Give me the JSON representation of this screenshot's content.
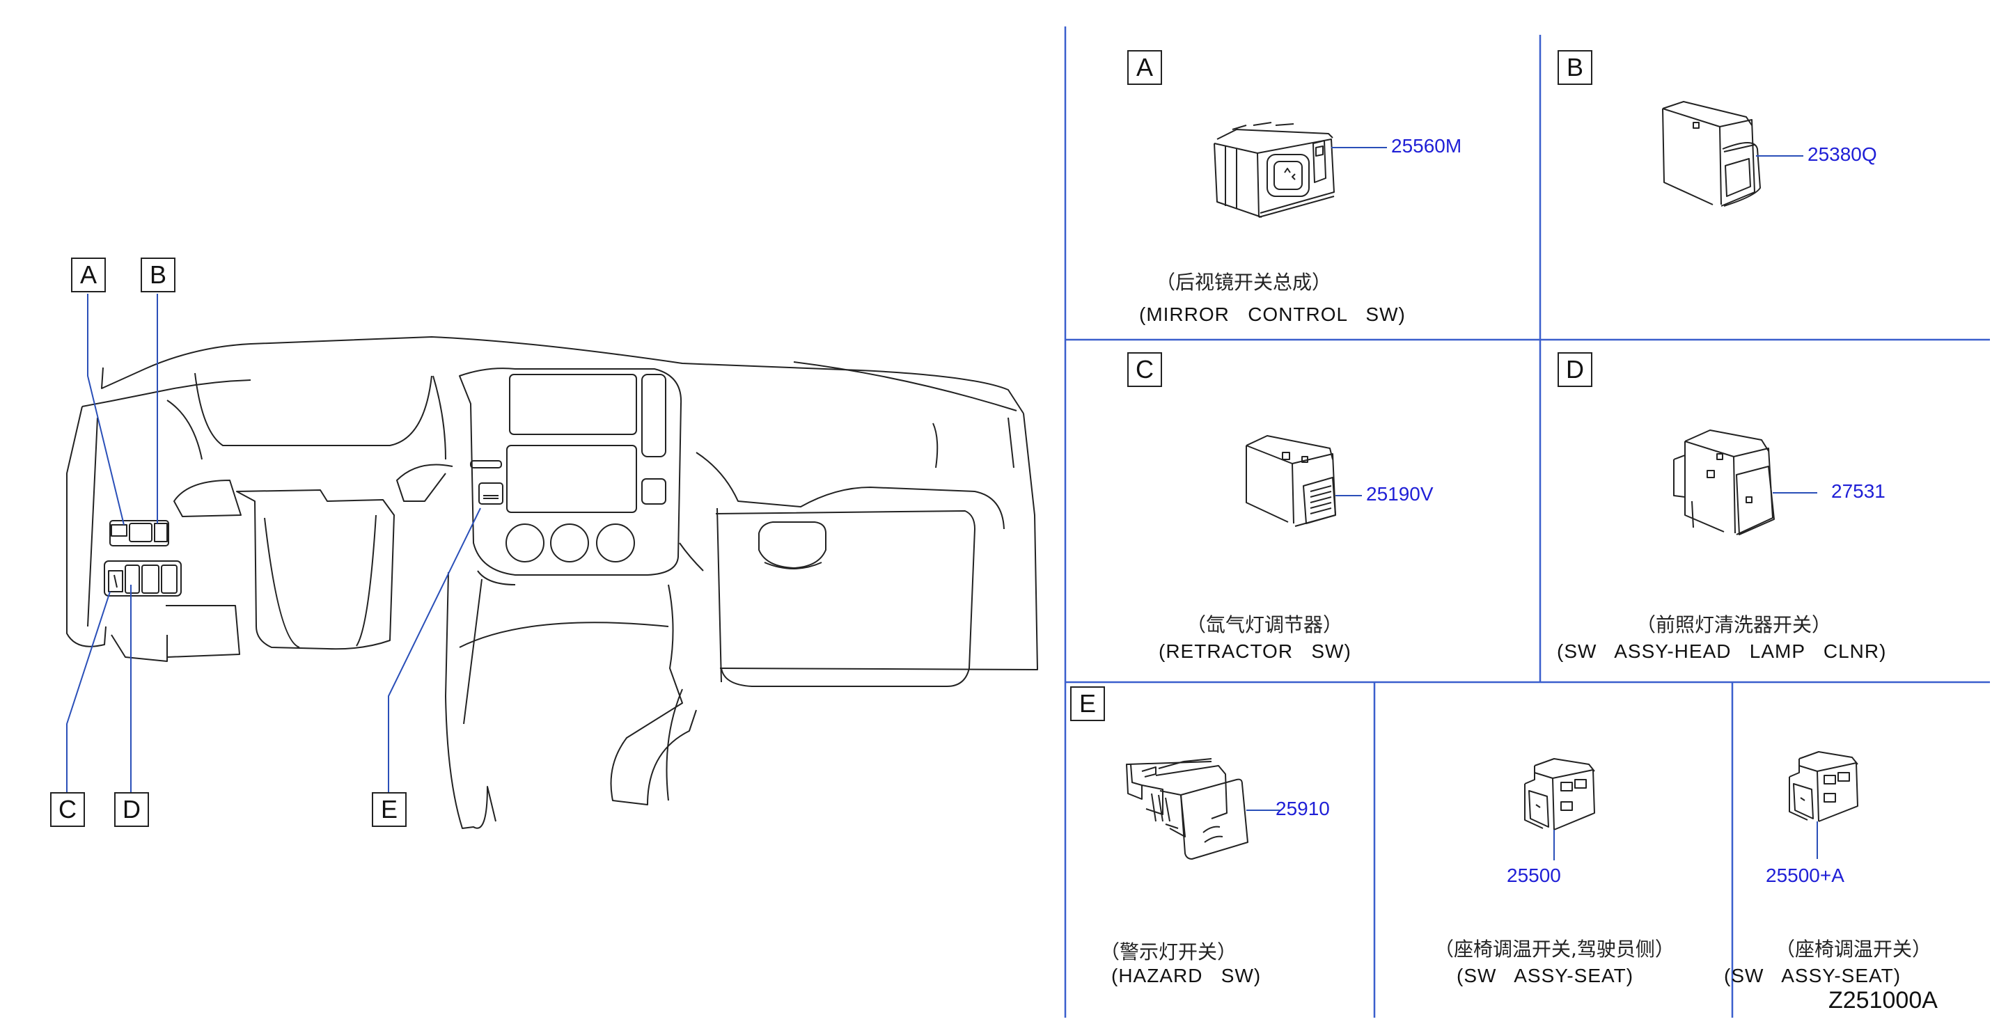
{
  "dash_callouts": [
    "A",
    "B",
    "C",
    "D",
    "E"
  ],
  "panels": [
    {
      "letter": "A",
      "part_no": "25560M",
      "name_cn": "（后视镜开关总成）",
      "name_en": "(MIRROR   CONTROL   SW)"
    },
    {
      "letter": "B",
      "part_no": "25380Q"
    },
    {
      "letter": "C",
      "part_no": "25190V",
      "name_cn": "（氙气灯调节器）",
      "name_en": "(RETRACTOR   SW)"
    },
    {
      "letter": "D",
      "part_no": "27531",
      "name_cn": "（前照灯清洗器开关）",
      "name_en": "(SW   ASSY-HEAD   LAMP   CLNR)"
    },
    {
      "letter": "E",
      "part_no": "25910",
      "name_cn": "（警示灯开关）",
      "name_en": "(HAZARD   SW)"
    },
    {
      "part_no": "25500",
      "name_cn": "（座椅调温开关,驾驶员侧）",
      "name_en": "(SW   ASSY-SEAT)"
    },
    {
      "part_no": "25500+A",
      "name_cn": "（座椅调温开关）",
      "name_en": "(SW   ASSY-SEAT)"
    }
  ],
  "ref_code": "Z251000A",
  "colors": {
    "part_number": "#1f1fd6",
    "panel_lines": "#3a5fcd",
    "leader": "#2a4fb8",
    "ink": "#222222"
  }
}
